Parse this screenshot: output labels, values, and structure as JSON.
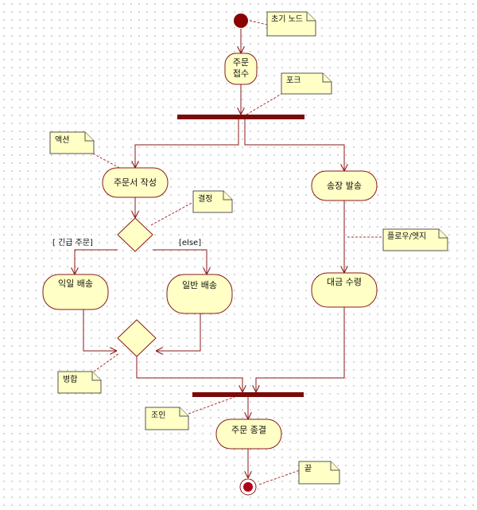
{
  "nodes": {
    "receive_order": [
      "주문",
      "접수"
    ],
    "write_order": "주문서 작성",
    "send_invoice": "송장 발송",
    "next_day_delivery": "익일 배송",
    "normal_delivery": "일반 배송",
    "receive_payment": "대금 수령",
    "close_order": "주문 종결"
  },
  "guards": {
    "urgent": "[ 긴급 주문]",
    "else": "[else]"
  },
  "notes": {
    "initial_node": "초기 노드",
    "fork": "포크",
    "action": "액션",
    "decision": "결정",
    "flow_edge": "플로우/엣지",
    "merge": "병합",
    "join": "조인",
    "end": "끝"
  },
  "colors": {
    "node_fill": "#ffffc6",
    "node_stroke": "#8b1a1a",
    "bar": "#7a0a0a",
    "initial_node": "#8b0000"
  }
}
